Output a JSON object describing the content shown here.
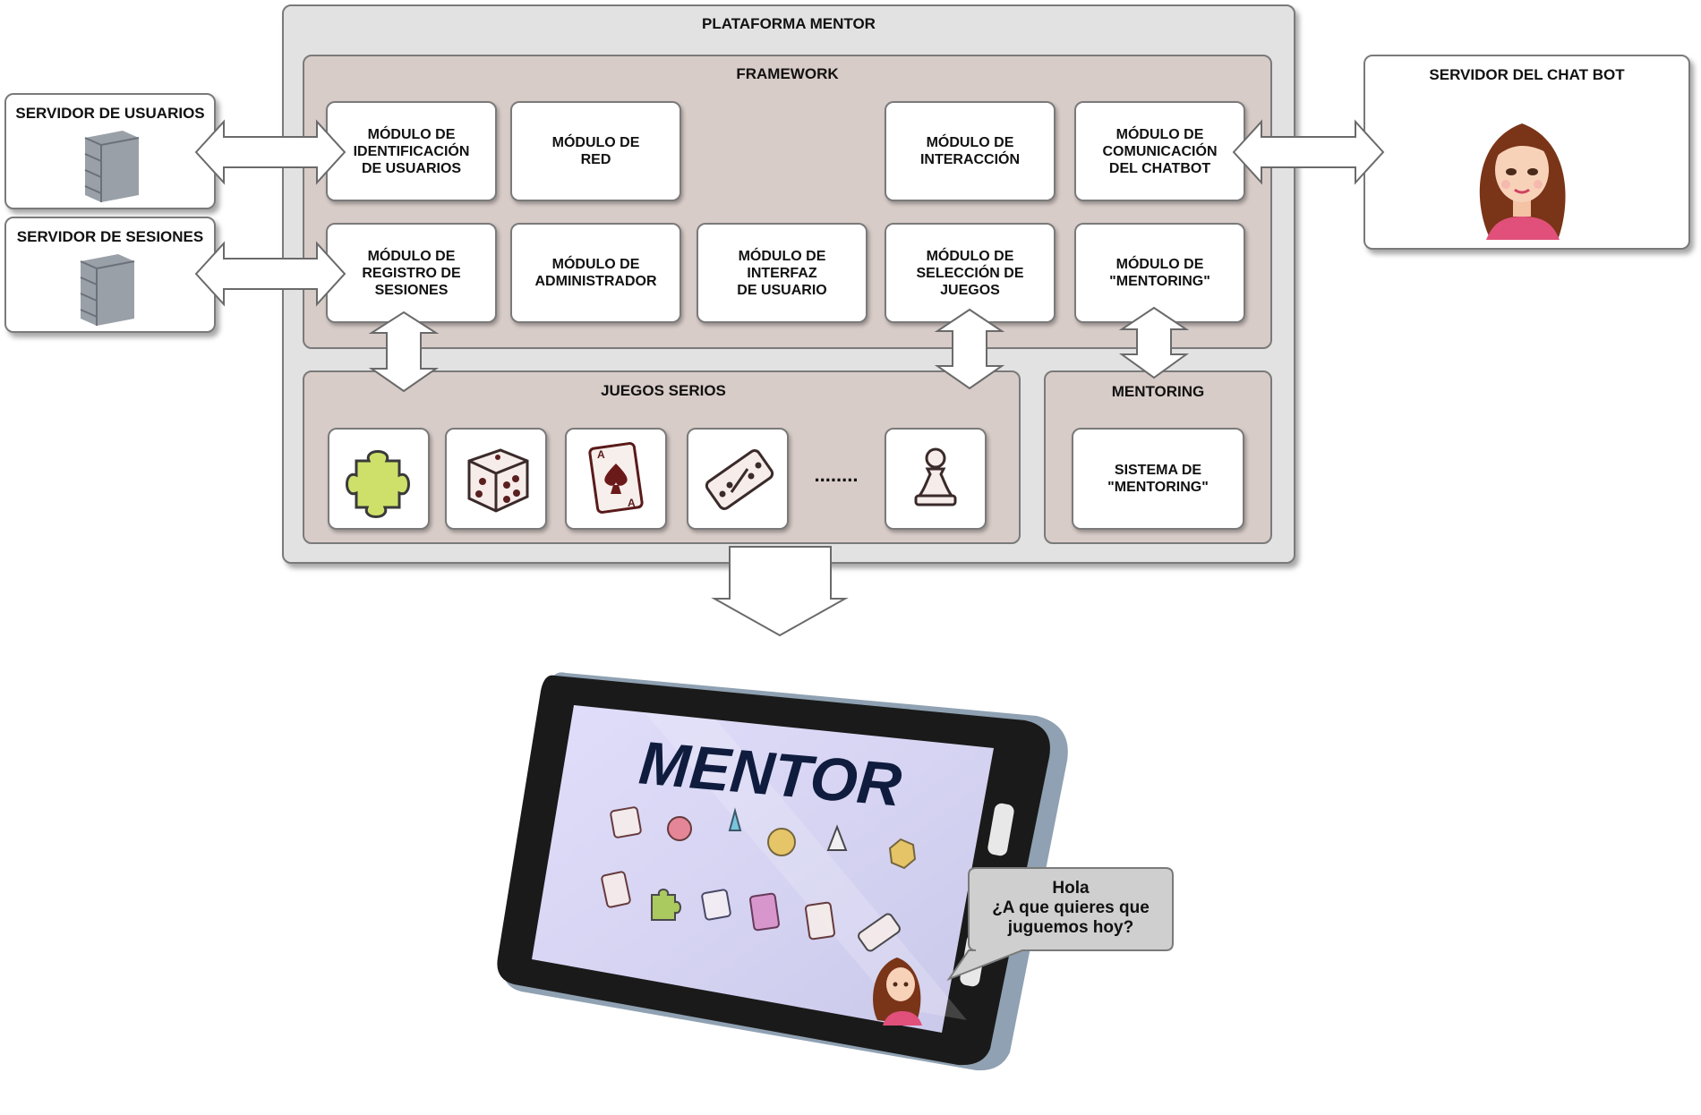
{
  "platform": {
    "title": "PLATAFORMA MENTOR"
  },
  "framework": {
    "title": "FRAMEWORK",
    "modules_row1": [
      "MÓDULO DE\nIDENTIFICACIÓN\nDE USUARIOS",
      "MÓDULO DE\nRED",
      "MÓDULO DE\nINTERACCIÓN",
      "MÓDULO DE\nCOMUNICACIÓN\nDEL CHATBOT"
    ],
    "modules_row2": [
      "MÓDULO DE\nREGISTRO DE\nSESIONES",
      "MÓDULO DE\nADMINISTRADOR",
      "MÓDULO DE\nINTERFAZ\nDE USUARIO",
      "MÓDULO DE\nSELECCIÓN DE\nJUEGOS",
      "MÓDULO DE\n\"MENTORING\""
    ]
  },
  "games": {
    "title": "JUEGOS SERIOS",
    "ellipsis": "........",
    "icons": [
      "puzzle-piece-icon",
      "dice-icon",
      "ace-of-spades-icon",
      "domino-icon",
      "pawn-icon"
    ]
  },
  "mentoring": {
    "title": "MENTORING",
    "system": "SISTEMA DE\n\"MENTORING\""
  },
  "servers": {
    "users": "SERVIDOR DE USUARIOS",
    "sessions": "SERVIDOR DE SESIONES",
    "chatbot": "SERVIDOR DEL CHAT BOT"
  },
  "tablet": {
    "logo": "MENTOR",
    "bubble": "Hola\n¿A que quieres que\njuguemos hoy?"
  },
  "colors": {
    "platform_bg": "#e2e2e2",
    "framework_bg": "#d8ccc8",
    "border": "#7a7a7a",
    "screen_bg": "#d6d4f2"
  }
}
